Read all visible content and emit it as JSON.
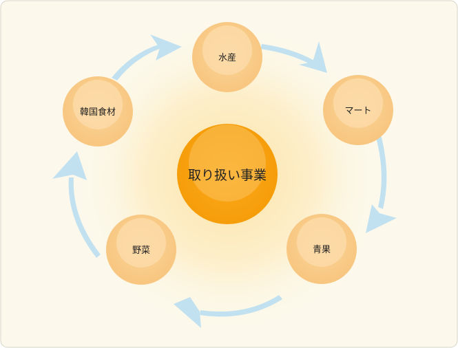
{
  "center": {
    "label": "取り扱い事業"
  },
  "nodes": [
    {
      "id": "suisan",
      "label": "水産"
    },
    {
      "id": "mart",
      "label": "マート"
    },
    {
      "id": "seika",
      "label": "青果"
    },
    {
      "id": "yasai",
      "label": "野菜"
    },
    {
      "id": "kankoku",
      "label": "韓国食材"
    }
  ],
  "colors": {
    "panel_bg": "#fcf9ec",
    "panel_border": "#d7d4c6",
    "glow": "#fde9b8",
    "node_fill": "#f9cf8c",
    "node_highlight": "#fce0b0",
    "center_fill": "#f9a613",
    "center_highlight": "#fbbd52",
    "arrow": "#c2e1f0"
  }
}
